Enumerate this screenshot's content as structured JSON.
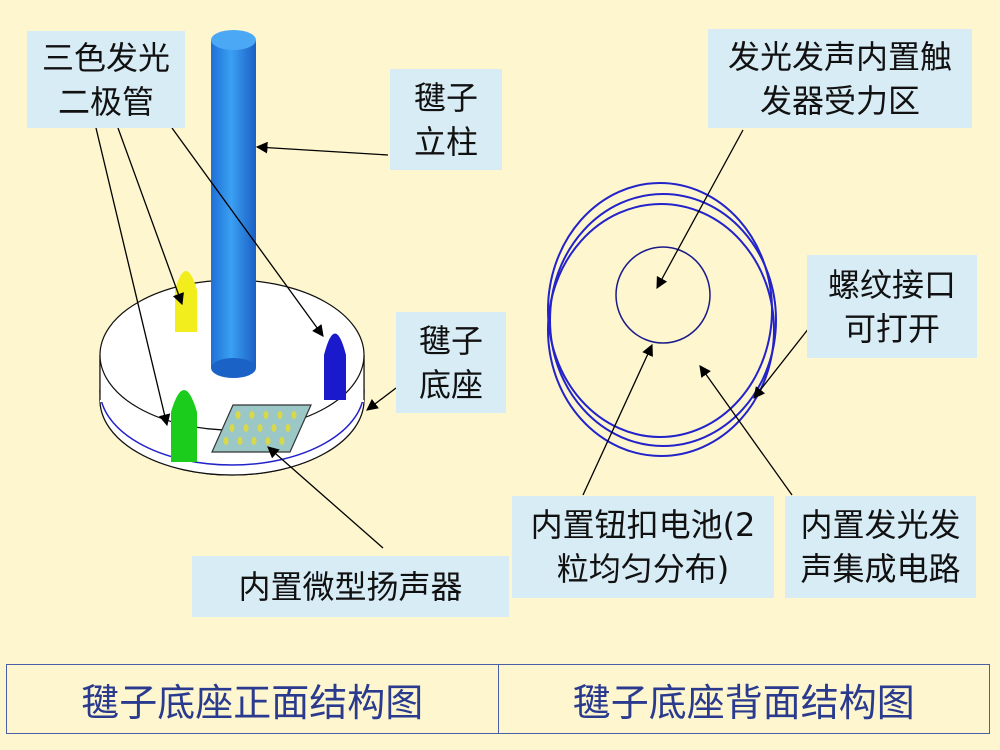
{
  "labels": {
    "led": [
      "三色发光",
      "二极管"
    ],
    "pillar": [
      "毽子",
      "立柱"
    ],
    "base": [
      "毽子",
      "底座"
    ],
    "speaker": "内置微型扬声器",
    "trigger": [
      "发光发声内置触",
      "发器受力区"
    ],
    "thread": [
      "螺纹接口",
      "可打开"
    ],
    "battery": [
      "内置钮扣电池(2",
      "粒均匀分布)"
    ],
    "circuit": [
      "内置发光发",
      "声集成电路"
    ]
  },
  "captions": {
    "front": "毽子底座正面结构图",
    "back": "毽子底座背面结构图"
  },
  "colors": {
    "background": "#fdf6cf",
    "label_box": "#d8ecf6",
    "pillar": "#2e8fe8",
    "led_yellow": "#f2ee1e",
    "led_blue": "#1a1acc",
    "led_green": "#1ccc1c",
    "ring": "#2323c9",
    "caption_text": "#2a3b8f"
  }
}
